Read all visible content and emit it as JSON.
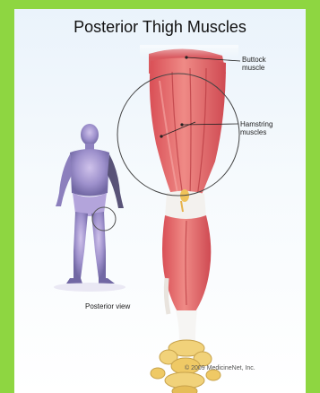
{
  "title": "Posterior Thigh Muscles",
  "labels": {
    "buttock": [
      "Buttock",
      "muscle"
    ],
    "hamstring": [
      "Hamstring",
      "muscles"
    ],
    "view": "Posterior view",
    "copyright": "© 2009 MedicineNet, Inc."
  },
  "colors": {
    "frame": "#8ed641",
    "muscle": "#e46e6e",
    "muscle_dark": "#c94a4f",
    "tendon": "#ffffff",
    "bone": "#f1d27a"
  }
}
